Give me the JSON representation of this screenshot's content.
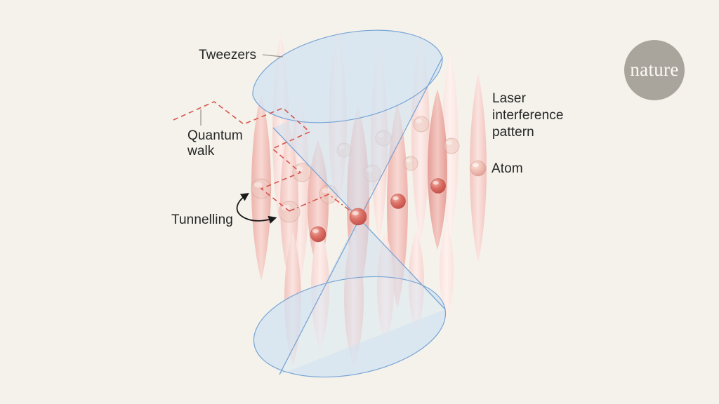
{
  "figure": {
    "labels": {
      "tweezers": "Tweezers",
      "quantum_walk": "Quantum walk",
      "tunnelling": "Tunnelling",
      "laser_interference_pattern": "Laser interference pattern",
      "atom": "Atom"
    },
    "logo_text": "nature",
    "colors": {
      "background": "#f4f2ea",
      "cone_fill": "#cfe0ef",
      "cone_stroke": "#79a5d6",
      "walk_path_red": "#d5564c",
      "atom_red": "#cf5a50",
      "lobe_pink_edge": "#edb3ac",
      "label_text": "#252525",
      "logo_circle": "#a9a59c",
      "arrow_black": "#1a1a1a"
    }
  }
}
